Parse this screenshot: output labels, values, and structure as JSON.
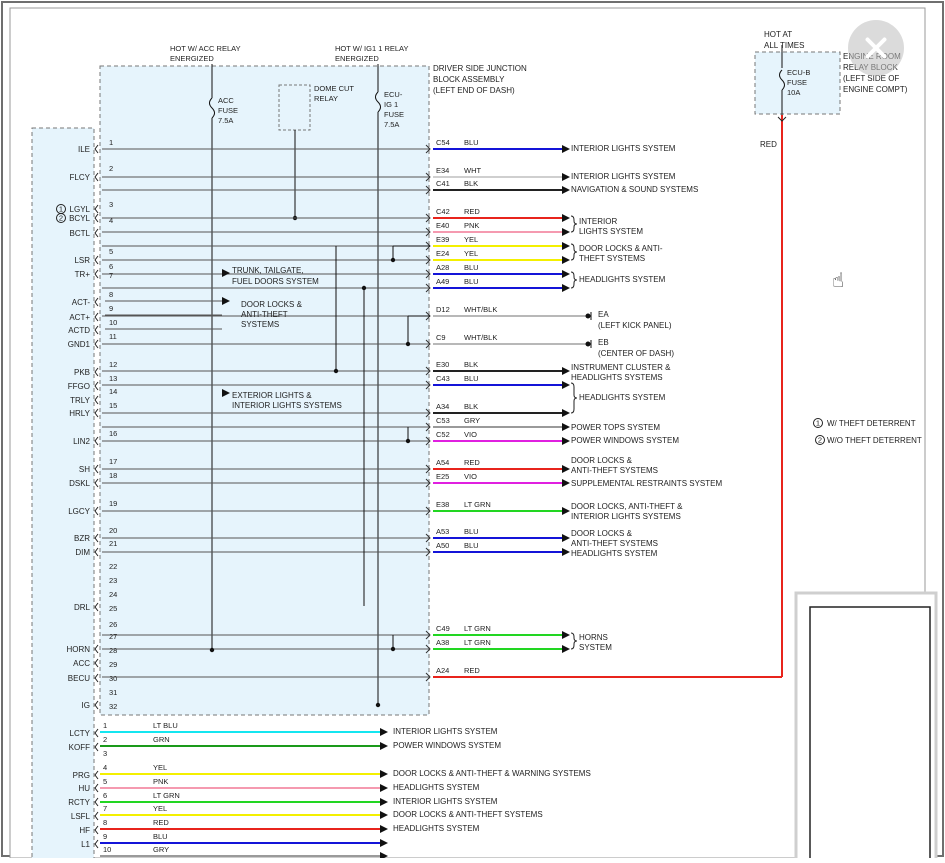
{
  "header": {
    "acc_relay": [
      "HOT W/ ACC RELAY",
      "ENERGIZED"
    ],
    "ig1_relay": [
      "HOT W/ IG1 1 RELAY",
      "ENERGIZED"
    ],
    "junction_block": [
      "DRIVER SIDE JUNCTION",
      "BLOCK ASSEMBLY",
      "(LEFT END OF DASH)"
    ],
    "hot_at_all": [
      "HOT AT",
      "ALL TIMES"
    ],
    "engine_room": [
      "ENGINE ROOM",
      "RELAY BLOCK",
      "(LEFT SIDE OF",
      "ENGINE COMPT)"
    ]
  },
  "components": {
    "acc_fuse": [
      "ACC",
      "FUSE",
      "7.5A"
    ],
    "ecu_ig1_fuse": [
      "ECU-",
      "IG 1",
      "FUSE",
      "7.5A"
    ],
    "dome_cut_relay": [
      "DOME CUT",
      "RELAY"
    ],
    "ecu_b_fuse": [
      "ECU-B",
      "FUSE",
      "10A"
    ],
    "red_feed": "RED"
  },
  "internal_notes": {
    "trunk": [
      "TRUNK, TAILGATE,",
      "FUEL DOORS SYSTEM"
    ],
    "door_locks": [
      "DOOR LOCKS &",
      "ANTI-THEFT",
      "SYSTEMS"
    ],
    "exterior": [
      "EXTERIOR LIGHTS &",
      "INTERIOR LIGHTS SYSTEMS"
    ]
  },
  "pin_labels": [
    "ILE",
    "FLCY",
    "LGYL",
    "BCYL",
    "BCTL",
    "LSR",
    "TR+",
    "ACT-",
    "ACT+",
    "ACTD",
    "GND1",
    "PKB",
    "FFGO",
    "TRLY",
    "HRLY",
    "LIN2",
    "SH",
    "DSKL",
    "LGCY",
    "BZR",
    "DIM",
    "DRL",
    "HORN",
    "ACC",
    "BECU",
    "IG",
    "LCTY",
    "KOFF",
    "PRG",
    "HU",
    "RCTY",
    "LSFL",
    "HF",
    "L1"
  ],
  "pin_numbers": [
    "1",
    "2",
    "3",
    "4",
    "5",
    "6",
    "7",
    "8",
    "9",
    "10",
    "11",
    "12",
    "13",
    "14",
    "15",
    "16",
    "17",
    "18",
    "19",
    "20",
    "21",
    "22",
    "23",
    "24",
    "25",
    "26",
    "27",
    "28",
    "29",
    "30",
    "31",
    "32"
  ],
  "lower_pin_numbers": [
    "1",
    "2",
    "3",
    "4",
    "5",
    "6",
    "7",
    "8",
    "9",
    "10"
  ],
  "circled": [
    "1",
    "2"
  ],
  "wires": [
    {
      "conn": "C54",
      "color": "BLU",
      "hex": "#1414d8"
    },
    {
      "conn": "E34",
      "color": "WHT",
      "hex": "#cfcfcf"
    },
    {
      "conn": "C41",
      "color": "BLK",
      "hex": "#222222"
    },
    {
      "conn": "C42",
      "color": "RED",
      "hex": "#e8241c"
    },
    {
      "conn": "E40",
      "color": "PNK",
      "hex": "#f59ab0"
    },
    {
      "conn": "E39",
      "color": "YEL",
      "hex": "#f4f000"
    },
    {
      "conn": "E24",
      "color": "YEL",
      "hex": "#f4f000"
    },
    {
      "conn": "A28",
      "color": "BLU",
      "hex": "#1414d8"
    },
    {
      "conn": "A49",
      "color": "BLU",
      "hex": "#1414d8"
    },
    {
      "conn": "D12",
      "color": "WHT/BLK",
      "hex": "#b8b8b8"
    },
    {
      "conn": "C9",
      "color": "WHT/BLK",
      "hex": "#b8b8b8"
    },
    {
      "conn": "E30",
      "color": "BLK",
      "hex": "#222222"
    },
    {
      "conn": "C43",
      "color": "BLU",
      "hex": "#1414d8"
    },
    {
      "conn": "A34",
      "color": "BLK",
      "hex": "#222222"
    },
    {
      "conn": "C53",
      "color": "GRY",
      "hex": "#9a9a9a"
    },
    {
      "conn": "C52",
      "color": "VIO",
      "hex": "#e020e0"
    },
    {
      "conn": "A54",
      "color": "RED",
      "hex": "#e8241c"
    },
    {
      "conn": "E25",
      "color": "VIO",
      "hex": "#e020e0"
    },
    {
      "conn": "E38",
      "color": "LT GRN",
      "hex": "#22d622"
    },
    {
      "conn": "A53",
      "color": "BLU",
      "hex": "#1414d8"
    },
    {
      "conn": "A50",
      "color": "BLU",
      "hex": "#1414d8"
    },
    {
      "conn": "C49",
      "color": "LT GRN",
      "hex": "#22d622"
    },
    {
      "conn": "A38",
      "color": "LT GRN",
      "hex": "#22d622"
    },
    {
      "conn": "A24",
      "color": "RED",
      "hex": "#e8241c"
    }
  ],
  "destinations": [
    [
      "INTERIOR LIGHTS SYSTEM"
    ],
    [
      "INTERIOR LIGHTS SYSTEM"
    ],
    [
      "NAVIGATION & SOUND SYSTEMS"
    ],
    [
      "INTERIOR",
      "LIGHTS SYSTEM"
    ],
    [
      "DOOR LOCKS & ANTI-",
      "THEFT SYSTEMS"
    ],
    [
      "HEADLIGHTS SYSTEM"
    ],
    [
      "EA",
      "(LEFT KICK PANEL)"
    ],
    [
      "EB",
      "(CENTER OF DASH)"
    ],
    [
      "INSTRUMENT CLUSTER &",
      "HEADLIGHTS SYSTEMS"
    ],
    [
      "HEADLIGHTS SYSTEM"
    ],
    [
      "POWER TOPS SYSTEM"
    ],
    [
      "POWER WINDOWS SYSTEM"
    ],
    [
      "DOOR LOCKS &",
      "ANTI-THEFT SYSTEMS"
    ],
    [
      "SUPPLEMENTAL RESTRAINTS SYSTEM"
    ],
    [
      "DOOR LOCKS, ANTI-THEFT &",
      "INTERIOR LIGHTS SYSTEMS"
    ],
    [
      "DOOR LOCKS &",
      "ANTI-THEFT SYSTEMS"
    ],
    [
      "HEADLIGHTS SYSTEM"
    ],
    [
      "HORNS",
      "SYSTEM"
    ]
  ],
  "lower_wires": [
    {
      "color": "LT BLU",
      "hex": "#14e6f0",
      "dest": "INTERIOR LIGHTS SYSTEM"
    },
    {
      "color": "GRN",
      "hex": "#1a9a1a",
      "dest": "POWER WINDOWS SYSTEM"
    },
    {
      "color": "",
      "hex": "",
      "dest": ""
    },
    {
      "color": "YEL",
      "hex": "#f4f000",
      "dest": "DOOR LOCKS & ANTI-THEFT & WARNING SYSTEMS"
    },
    {
      "color": "PNK",
      "hex": "#f59ab0",
      "dest": "HEADLIGHTS SYSTEM"
    },
    {
      "color": "LT GRN",
      "hex": "#22d622",
      "dest": "INTERIOR LIGHTS SYSTEM"
    },
    {
      "color": "YEL",
      "hex": "#f4f000",
      "dest": "DOOR LOCKS & ANTI-THEFT SYSTEMS"
    },
    {
      "color": "RED",
      "hex": "#e8241c",
      "dest": "HEADLIGHTS SYSTEM"
    },
    {
      "color": "BLU",
      "hex": "#1414d8",
      "dest": ""
    },
    {
      "color": "GRY",
      "hex": "#9a9a9a",
      "dest": ""
    }
  ],
  "legend": [
    "W/ THEFT DETERRENT",
    "W/O THEFT DETERRENT"
  ]
}
